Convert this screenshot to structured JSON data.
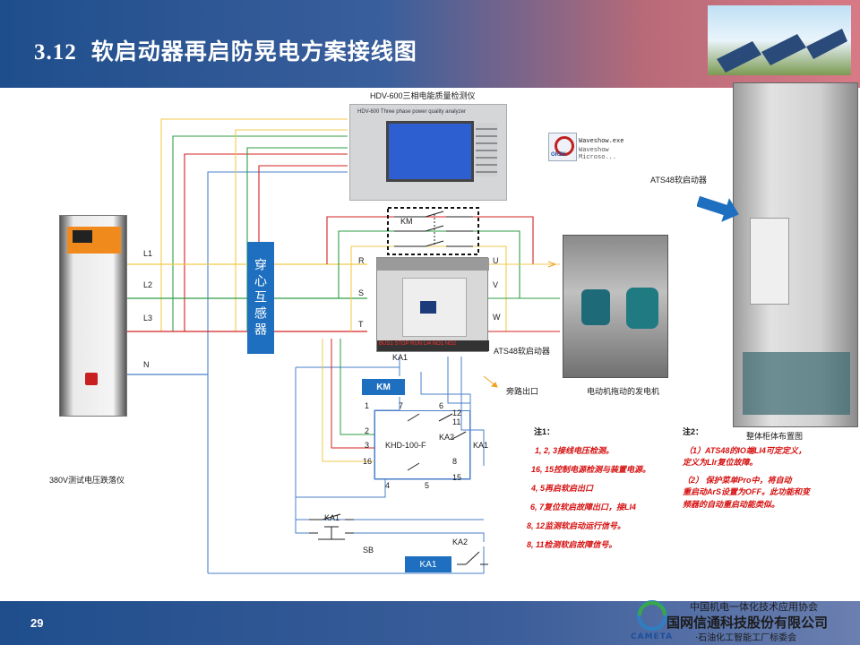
{
  "header": {
    "section_number": "3.12",
    "title": "软启动器再启防晃电方案接线图"
  },
  "footer": {
    "page_number": "29",
    "org_line1": "中国机电一体化技术应用协会",
    "org_line2": "国网信通科技股份有限公司",
    "org_line3": "·石油化工智能工厂标委会",
    "logo_text": "CAMETA"
  },
  "labels": {
    "analyzer_title": "HDV-600三相电能质量检测仪",
    "analyzer_panel_text": "HDV-600  Three phase power quality analyzer",
    "software_name1": "Waveshow.exe",
    "software_name2": "Waveshow Microso...",
    "software_brand": "GRZK",
    "ats48_top": "ATS48软启动器",
    "ats48_mid": "ATS48软启动器",
    "source_device": "380V测试电压跌落仪",
    "ct_box": "穿心互感器",
    "line_L1": "L1",
    "line_L2": "L2",
    "line_L3": "L3",
    "line_N": "N",
    "terminal_R": "R",
    "terminal_S": "S",
    "terminal_T": "T",
    "terminal_U": "U",
    "terminal_V": "V",
    "terminal_W": "W",
    "km_top": "KM",
    "km_coil": "KM",
    "ka1_coil": "KA1",
    "ka1_a": "KA1",
    "ka1_b": "KA1",
    "ka1_c": "KA1",
    "ka2_a": "KA2",
    "ka2_b": "KA2",
    "sb": "SB",
    "khd": "KHD-100-F",
    "pin_1": "1",
    "pin_2": "2",
    "pin_3": "3",
    "pin_16": "16",
    "pin_4": "4",
    "pin_5": "5",
    "pin_7": "7",
    "pin_6": "6",
    "pin_12": "12",
    "pin_11": "11",
    "pin_8": "8",
    "pin_15": "15",
    "bypass_out": "旁路出口",
    "motor_gen": "电动机拖动的发电机",
    "cabinet": "整体柜体布置图",
    "ats_panel_terminals": "BUS1 STOP RUN LI4 NO1 NO2"
  },
  "notes1": {
    "head": "注1：",
    "items": [
      "1, 2, 3接线电压检测。",
      "16, 15控制电源检测与装置电源。",
      "4, 5再启软启出口",
      "6, 7复位软启故障出口，接LI4",
      "8, 12监测软启动运行信号。",
      "8, 11检测软启故障信号。"
    ]
  },
  "notes2": {
    "head": "注2：",
    "items": [
      "（1）ATS48的IO端LI4可定定义，",
      "定义为LIr复位故障。",
      "（2）   保护菜单Pro中，将自动",
      "重启动ArS设置为OFF。此功能和变",
      "频器的自动重启动能类似。"
    ]
  },
  "colors": {
    "yellow": "#f2c94c",
    "green": "#2e9e44",
    "red": "#d62020",
    "blue": "#4a7fc8",
    "black": "#222222",
    "accent": "#1e6fbf",
    "note_red": "#d61010"
  }
}
